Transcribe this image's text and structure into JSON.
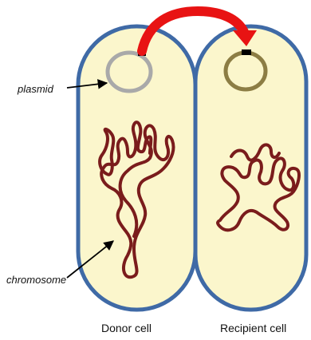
{
  "diagram": {
    "labels": {
      "plasmid": "plasmid",
      "chromosome": "chromosome",
      "donor_cell": "Donor cell",
      "recipient_cell": "Recipient cell"
    },
    "colors": {
      "cell_fill": "#FBF6CC",
      "cell_border": "#3F6AA6",
      "donor_plasmid": "#A9A9A9",
      "recipient_plasmid": "#8C7D44",
      "chromosome": "#7A1C1C",
      "transfer_arrow": "#E81313",
      "plasmid_marker": "#000000"
    }
  }
}
